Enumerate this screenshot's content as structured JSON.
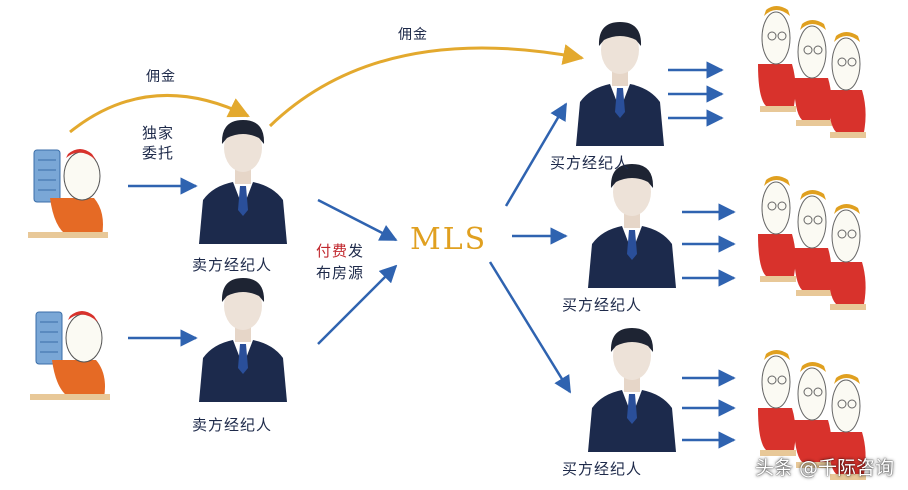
{
  "labels": {
    "commission_top": "佣金",
    "commission_left": "佣金",
    "entrust_line1": "独家",
    "entrust_line2": "委托",
    "seller_agent_1": "卖方经纪人",
    "seller_agent_2": "卖方经纪人",
    "pay_line1_a": "付费",
    "pay_line1_b": "发",
    "pay_line2": "布房源",
    "hub": "MLS",
    "buyer_agent_1": "买方经纪人",
    "buyer_agent_2": "买方经纪人",
    "buyer_agent_3": "买方经纪人"
  },
  "watermark": "头条 @千际咨询",
  "colors": {
    "arrow_blue": "#2f63b0",
    "arrow_gold": "#e3a92e",
    "hub_gold": "#e0a020",
    "suit_navy": "#1c2a4c",
    "cartoon_red": "#d8322c",
    "highlight_red": "#c0262c"
  },
  "icons": {
    "seller": "seller-cartoon-icon",
    "agent": "agent-businessman-icon",
    "buyer": "buyer-cartoon-icon"
  }
}
